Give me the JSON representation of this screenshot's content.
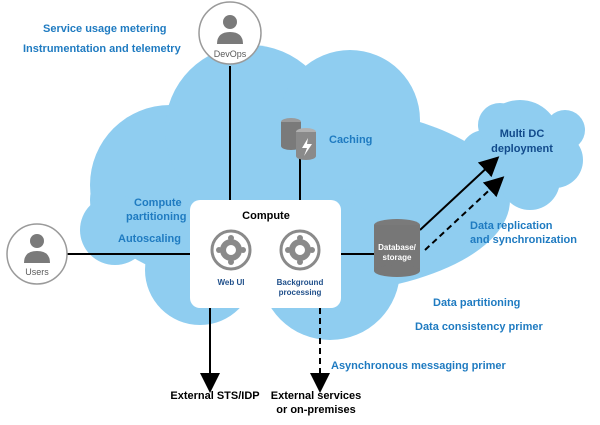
{
  "actors": {
    "devops": "DevOps",
    "users": "Users"
  },
  "notes": {
    "service_usage": "Service usage metering",
    "instrumentation": "Instrumentation and telemetry",
    "caching": "Caching",
    "compute_partitioning_1": "Compute",
    "compute_partitioning_2": "partitioning",
    "autoscaling": "Autoscaling",
    "data_replication_1": "Data replication",
    "data_replication_2": "and synchronization",
    "data_partitioning": "Data partitioning",
    "data_consistency": "Data consistency primer",
    "async_messaging": "Asynchronous messaging primer"
  },
  "compute": {
    "title": "Compute",
    "web_ui": "Web UI",
    "bg_1": "Background",
    "bg_2": "processing"
  },
  "database": {
    "line1": "Database/",
    "line2": "storage"
  },
  "multi_dc": {
    "line1": "Multi DC",
    "line2": "deployment"
  },
  "external": {
    "sts": "External STS/IDP",
    "services_1": "External services",
    "services_2": "or on-premises"
  },
  "colors": {
    "cloud": "#8fcdf0",
    "text_blue": "#1f7bc1",
    "text_dark_blue": "#114a8b",
    "icon_gray": "#8a8a8a"
  }
}
